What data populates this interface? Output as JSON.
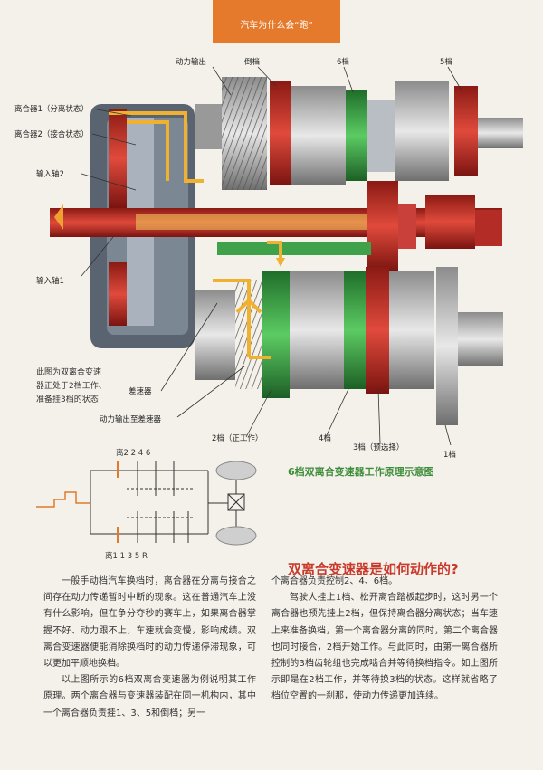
{
  "header": {
    "title": "汽车为什么会“跑”"
  },
  "figure": {
    "title": "6档双离合变速器工作原理示意图",
    "labels": {
      "output": "动力输出",
      "reverse": "倒档",
      "gear6": "6档",
      "gear5": "5档",
      "clutch1": "离合器1（分离状态）",
      "clutch2": "离合器2（接合状态）",
      "input2": "输入轴2",
      "input1": "输入轴1",
      "diff": "差速器",
      "output_diff": "动力输出至差速器",
      "gear2": "2档（正工作）",
      "gear4": "4档",
      "gear3": "3档（预选择）",
      "gear1": "1档"
    },
    "caption": "此图为双离合变速器正处于2档工作、准备挂3档的状态"
  },
  "schematic": {
    "top_label": "离2 2 4 6",
    "bottom_label": "离1 1 3 5 R"
  },
  "article": {
    "title": "双离合变速器是如何动作的?",
    "col1": [
      "一般手动档汽车换档时，离合器在分离与接合之间存在动力传递暂时中断的现象。这在普通汽车上没有什么影响，但在争分夺秒的赛车上，如果离合器掌握不好、动力跟不上，车速就会变慢，影响成绩。双离合变速器便能消除换档时的动力传递停滞现象，可以更加平顺地换档。",
      "以上图所示的6档双离合变速器为例说明其工作原理。两个离合器与变速器装配在同一机构内，其中一个离合器负责挂1、3、5和倒档；另一"
    ],
    "col2_first": "个离合器负责控制2、4、6档。",
    "col2": [
      "驾驶人挂上1档、松开离合踏板起步时，这时另一个离合器也预先挂上2档，但保持离合器分离状态；当车速上来准备换档，第一个离合器分离的同时，第二个离合器也同时接合，2档开始工作。与此同时，由第一离合器所控制的3档齿轮组也完成啮合并等待换档指令。如上图所示即是在2档工作，并等待换3档的状态。这样就省略了档位空置的一刹那，使动力传递更加连续。"
    ]
  }
}
